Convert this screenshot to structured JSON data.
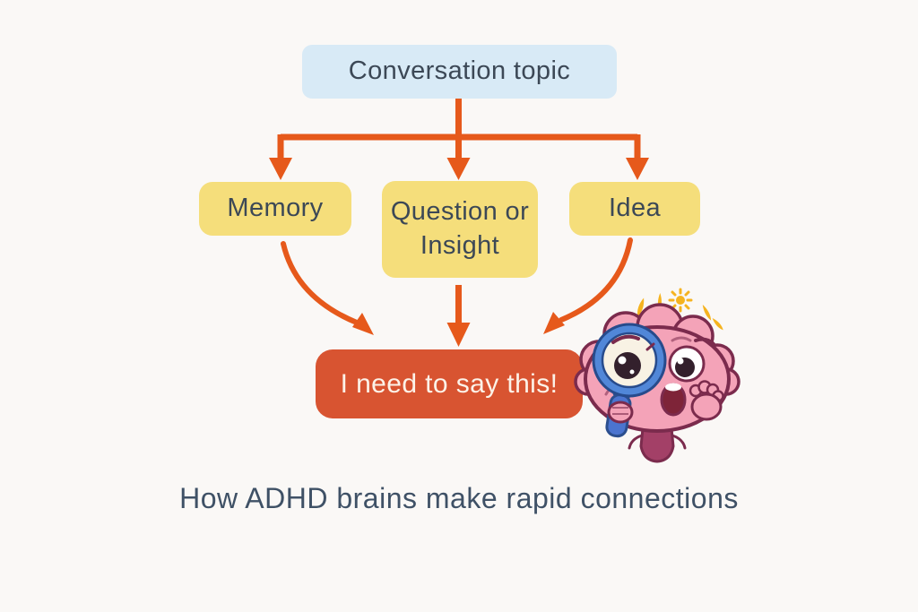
{
  "diagram": {
    "topic": {
      "label": "Conversation topic"
    },
    "branches": [
      {
        "label": "Memory"
      },
      {
        "label": "Question or Insight"
      },
      {
        "label": "Idea"
      }
    ],
    "output": {
      "label": "I need to say this!"
    },
    "caption": "How ADHD brains make rapid connections",
    "colors": {
      "background": "#faf8f6",
      "arrow_orange": "#e6591b",
      "topic_box_bg": "#d8eaf6",
      "branch_box_bg": "#f5de7b",
      "output_box_bg": "#d85431",
      "node_text": "#3c4856",
      "output_text": "#fcf2e8",
      "caption_text": "#3f5166"
    },
    "illustration": {
      "name": "surprised-cartoon-brain-with-magnifying-glass",
      "colors": {
        "brain_pink": "#f4a3b8",
        "outline": "#7b2b4d",
        "stem": "#a34067",
        "magnifier_blue": "#5187d8",
        "handle_blue": "#4b74cf",
        "sparkle_yellow": "#f5b31f"
      }
    }
  }
}
